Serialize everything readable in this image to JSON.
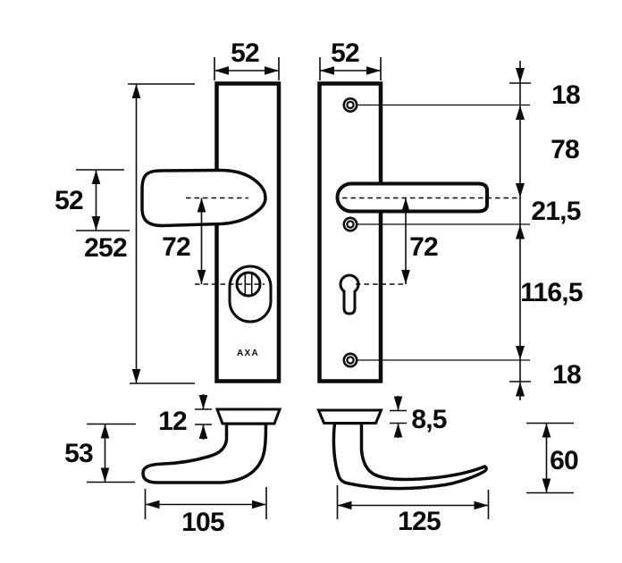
{
  "drawing": {
    "brand_label": "AXA",
    "line_color": "#0b0b0b",
    "background_color": "#ffffff",
    "front_views": {
      "outside_plate": {
        "width": "52",
        "height": "252",
        "knob_height": "52",
        "knob_center_to_cylinder": "72"
      },
      "inside_plate": {
        "width": "52",
        "top_edge_to_screw": "18",
        "screw_to_handle_center": "78",
        "handle_center_to_screw": "21,5",
        "handle_center_to_cylinder": "72",
        "screw_to_screw": "116,5",
        "screw_to_bottom_edge": "18"
      }
    },
    "side_views": {
      "knob_handle": {
        "rose_thickness": "12",
        "height": "53",
        "projection": "105"
      },
      "lever_handle": {
        "rose_thickness": "8,5",
        "height": "60",
        "projection": "125"
      }
    }
  }
}
